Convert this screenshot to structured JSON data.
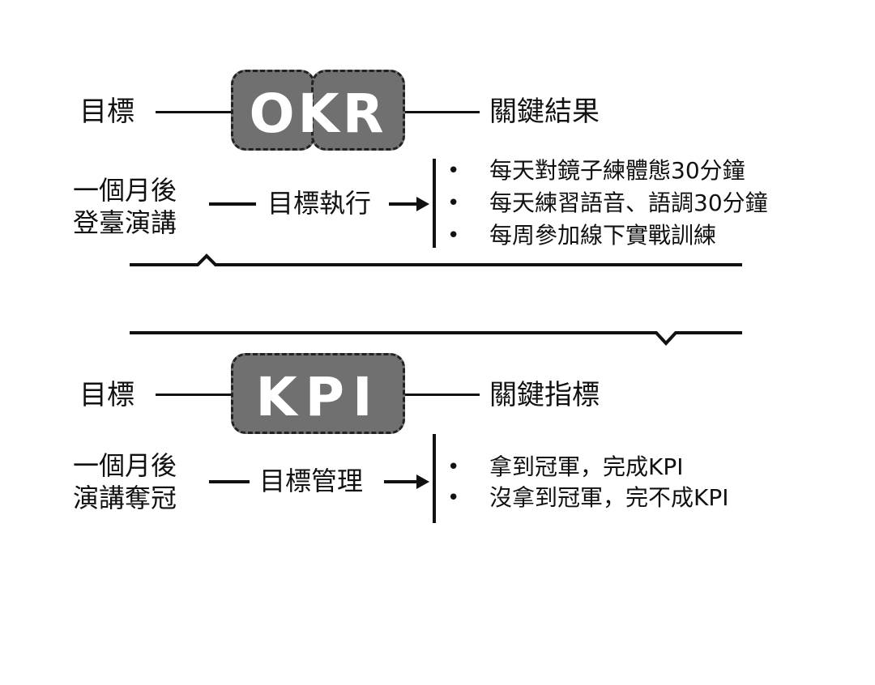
{
  "okr": {
    "goal_label": "目標",
    "box_label": "OKR",
    "result_label": "關鍵結果",
    "left_line1": "一個月後",
    "left_line2": "登臺演講",
    "middle_label": "目標執行",
    "items": [
      "每天對鏡子練體態30分鐘",
      "每天練習語音、語調30分鐘",
      "每周參加線下實戰訓練"
    ]
  },
  "kpi": {
    "goal_label": "目標",
    "box_label": "KPI",
    "result_label": "關鍵指標",
    "left_line1": "一個月後",
    "left_line2": "演講奪冠",
    "middle_label": "目標管理",
    "items": [
      "拿到冠軍，完成KPI",
      "沒拿到冠軍，完不成KPI"
    ]
  },
  "bullet_symbol": "•"
}
